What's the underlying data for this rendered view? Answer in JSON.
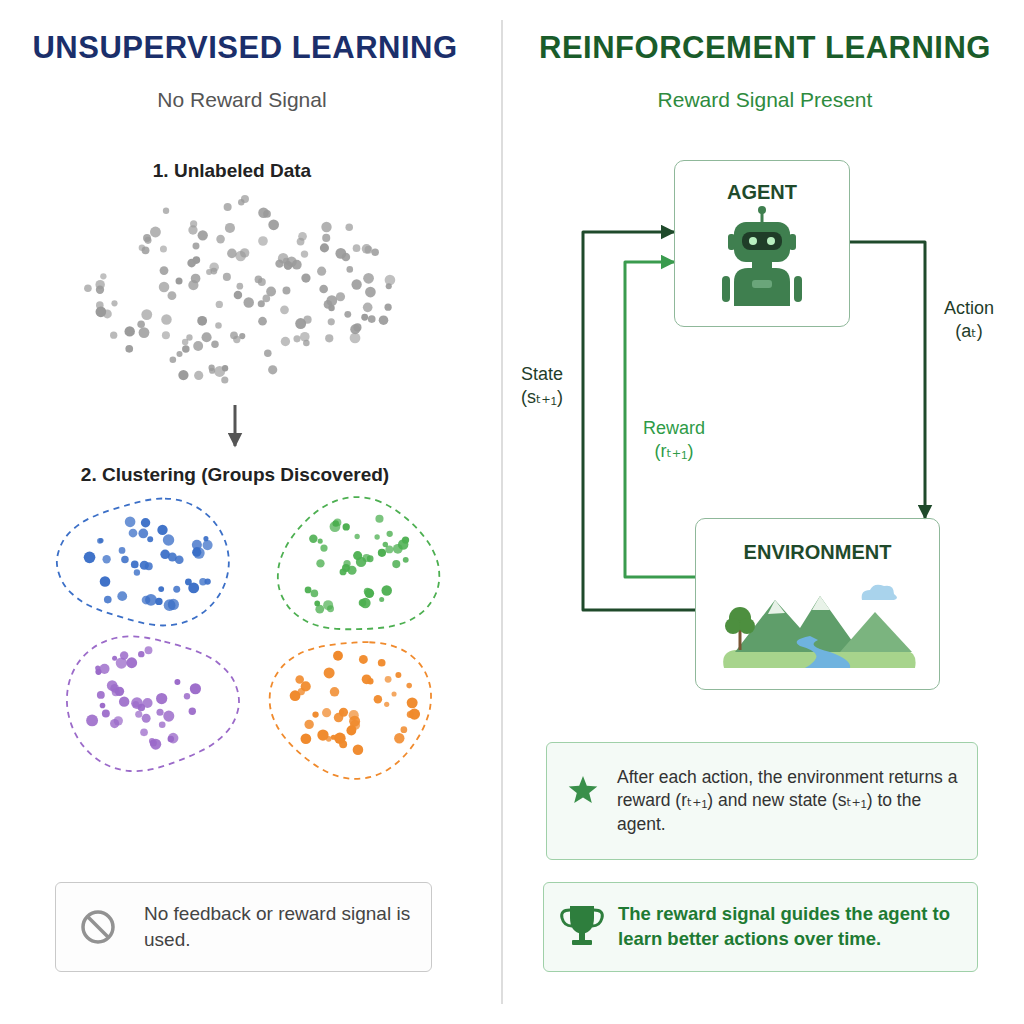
{
  "diagram": {
    "nodes": [
      {
        "text": [
          "No feedback or reward signal is used."
        ]
      },
      {
        "text": [
          "AGENT"
        ]
      },
      {
        "text": [
          "ENVIRONMENT"
        ]
      },
      {
        "text": [
          "After each action, the environment returns a reward (rₜ₊₁) and new state (sₜ₊₁) to the agent."
        ]
      },
      {
        "text": [
          "The reward signal guides the agent to learn better actions over time."
        ]
      }
    ],
    "edges": [
      {
        "from": 1,
        "to": 2,
        "arrow": "to",
        "label": "Action (aₜ)"
      },
      {
        "from": 2,
        "to": 1,
        "arrow": "to",
        "label": "State (sₜ₊₁)"
      },
      {
        "from": 2,
        "to": 1,
        "arrow": "to",
        "label": "Reward (rₜ₊₁)"
      }
    ],
    "labels": [
      "UNSUPERVISED LEARNING",
      "No Reward Signal",
      "1. Unlabeled Data",
      "2. Clustering (Groups Discovered)",
      "REINFORCEMENT LEARNING",
      "Reward Signal Present"
    ]
  }
}
